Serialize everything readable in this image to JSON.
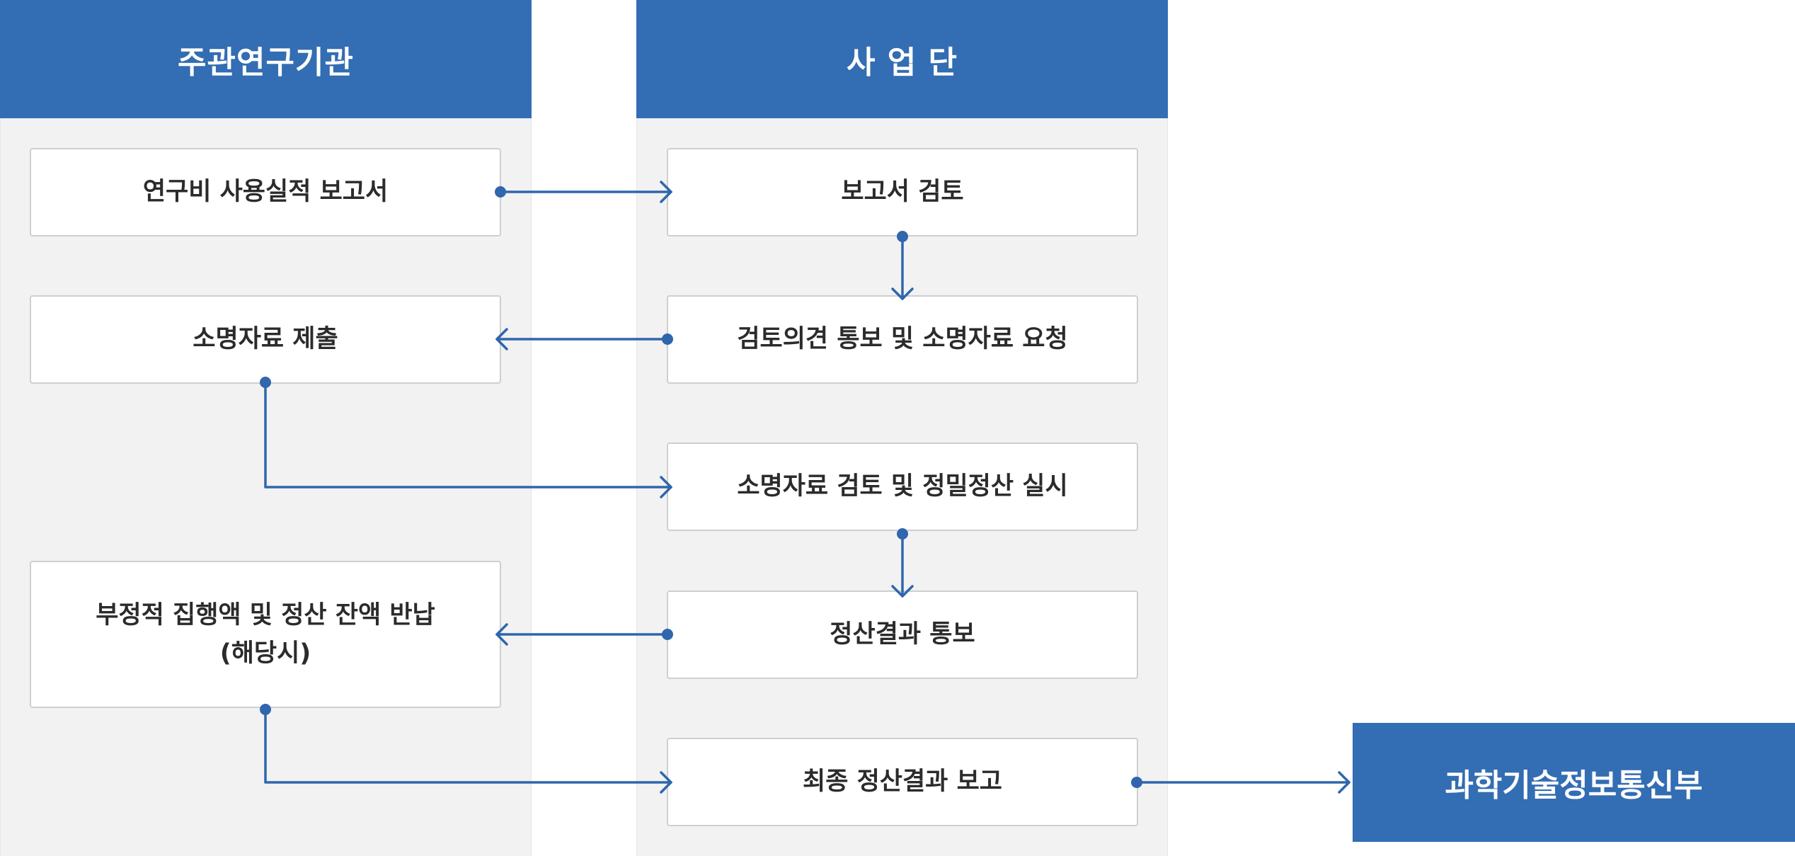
{
  "columns": {
    "left_header": "주관연구기관",
    "mid_header": "사 업 단"
  },
  "left_boxes": {
    "report": "연구비 사용실적 보고서",
    "submit": "소명자료 제출",
    "refund_line1": "부정적 집행액 및 정산 잔액 반납",
    "refund_line2": "(해당시)"
  },
  "mid_boxes": {
    "review": "보고서 검토",
    "notice": "검토의견 통보 및 소명자료 요청",
    "audit": "소명자료 검토 및 정밀정산 실시",
    "result": "정산결과 통보",
    "final": "최종 정산결과 보고"
  },
  "ministry": "과학기술정보통신부",
  "colors": {
    "header_blue": "#336db3",
    "connector_blue": "#2f66ad",
    "column_gray": "#f2f2f2"
  }
}
